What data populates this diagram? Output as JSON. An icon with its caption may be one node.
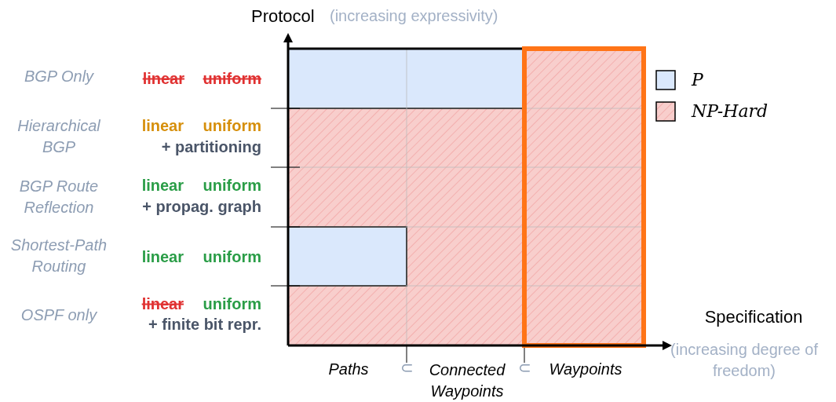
{
  "diagram": {
    "labels": [
      "Protocol",
      "(increasing expressivity)",
      "BGP Only",
      "linear",
      "uniform",
      "Hierarchical BGP",
      "linear",
      "uniform",
      "+ partitioning",
      "BGP Route Reflection",
      "linear",
      "uniform",
      "+ propag. graph",
      "Shortest-Path Routing",
      "linear",
      "uniform",
      "OSPF only",
      "linear",
      "uniform",
      "+ finite bit repr.",
      "Specification",
      "(increasing degree of freedom)",
      "Paths",
      "⊂",
      "Connected Waypoints",
      "⊂",
      "Waypoints"
    ],
    "legend": [
      {
        "text": "P",
        "color": "#dae8fc"
      },
      {
        "text": "NP-Hard",
        "color": "#f8cecc"
      }
    ]
  }
}
